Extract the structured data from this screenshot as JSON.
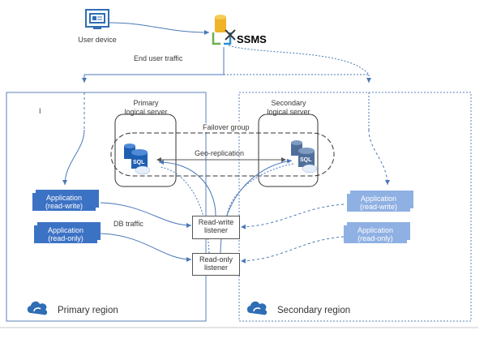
{
  "user_device": {
    "label": "User device"
  },
  "ssms": {
    "label": "SSMS"
  },
  "end_user_traffic": {
    "label": "End user traffic"
  },
  "primary_server": {
    "line1": "Primary",
    "line2": "logical server"
  },
  "secondary_server": {
    "line1": "Secondary",
    "line2": "logical server"
  },
  "failover_group": {
    "label": "Failover group"
  },
  "geo_replication": {
    "label": "Geo-replication"
  },
  "sql_label": "SQL",
  "primary_apps": [
    {
      "line1": "Application",
      "line2": "(read-write)"
    },
    {
      "line1": "Application",
      "line2": "(read-only)"
    }
  ],
  "secondary_apps": [
    {
      "line1": "Application",
      "line2": "(read-write)"
    },
    {
      "line1": "Application",
      "line2": "(read-only)"
    }
  ],
  "db_traffic": {
    "label": "DB traffic"
  },
  "read_write_listener": {
    "line1": "Read-write",
    "line2": "listener"
  },
  "read_only_listener": {
    "line1": "Read-only",
    "line2": "listener"
  },
  "primary_region": {
    "label": "Primary region"
  },
  "secondary_region": {
    "label": "Secondary region"
  },
  "stray_mark": {
    "label": "I"
  },
  "colors": {
    "primary_app": "#3c72c4",
    "secondary_app": "#8fb0e3",
    "arrow": "#4a78b8",
    "region_border": "#5b82b8"
  }
}
